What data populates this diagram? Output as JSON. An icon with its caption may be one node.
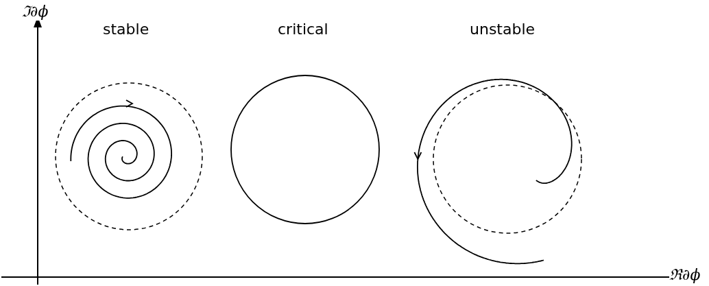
{
  "diagram": {
    "labels": [
      "ℑ∂ϕ",
      "stable",
      "critical",
      "unstable",
      "ℜ∂ϕ"
    ]
  }
}
